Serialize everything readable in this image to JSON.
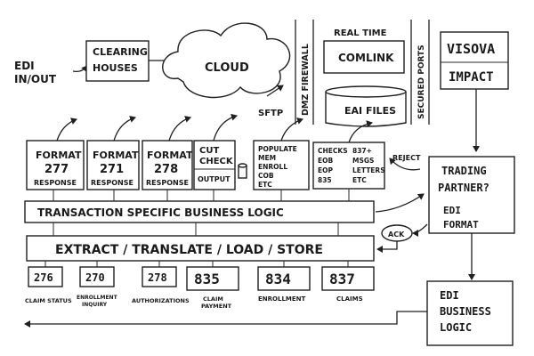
{
  "edi_inout": [
    "EDI",
    "IN/OUT"
  ],
  "clearing": [
    "CLEARING",
    "HOUSES"
  ],
  "cloud": "CLOUD",
  "dmz": "DMZ FIREWALL",
  "realtime": "REAL TIME",
  "comlink": "COMLINK",
  "eai": "EAI FILES",
  "secured": "SECURED PORTS",
  "visova": [
    "VISOVA",
    "IMPACT"
  ],
  "sftp": "SFTP",
  "formats": [
    {
      "lines": [
        "FORMAT",
        "277"
      ],
      "sub": "RESPONSE"
    },
    {
      "lines": [
        "FORMAT",
        "271"
      ],
      "sub": "RESPONSE"
    },
    {
      "lines": [
        "FORMAT",
        "278"
      ],
      "sub": "RESPONSE"
    }
  ],
  "cutcheck": {
    "lines": [
      "CUT",
      "CHECK"
    ],
    "sub": "OUTPUT"
  },
  "populate": [
    "POPULATE",
    "MEM",
    "ENROLL",
    "COB",
    "ETC"
  ],
  "checks": {
    "left": [
      "CHECKS",
      "EOB",
      "EOP",
      "835"
    ],
    "right": [
      "837+",
      "MSGS",
      "LETTERS",
      "ETC"
    ]
  },
  "reject": "REJECT",
  "trading": [
    "TRADING",
    "PARTNER?",
    "EDI",
    "FORMAT"
  ],
  "ack": "ACK",
  "tsbl": "TRANSACTION SPECIFIC BUSINESS LOGIC",
  "etls": "EXTRACT / TRANSLATE / LOAD / STORE",
  "codes": [
    {
      "num": "276",
      "label": [
        "CLAIM STATUS"
      ]
    },
    {
      "num": "270",
      "label": [
        "ENROLLMENT",
        "INQUIRY"
      ]
    },
    {
      "num": "278",
      "label": [
        "AUTHORIZATIONS"
      ]
    },
    {
      "num": "835",
      "label": [
        "CLAIM",
        "PAYMENT"
      ]
    },
    {
      "num": "834",
      "label": [
        "ENROLLMENT"
      ]
    },
    {
      "num": "837",
      "label": [
        "CLAIMS"
      ]
    }
  ],
  "edibl": [
    "EDI",
    "BUSINESS",
    "LOGIC"
  ]
}
